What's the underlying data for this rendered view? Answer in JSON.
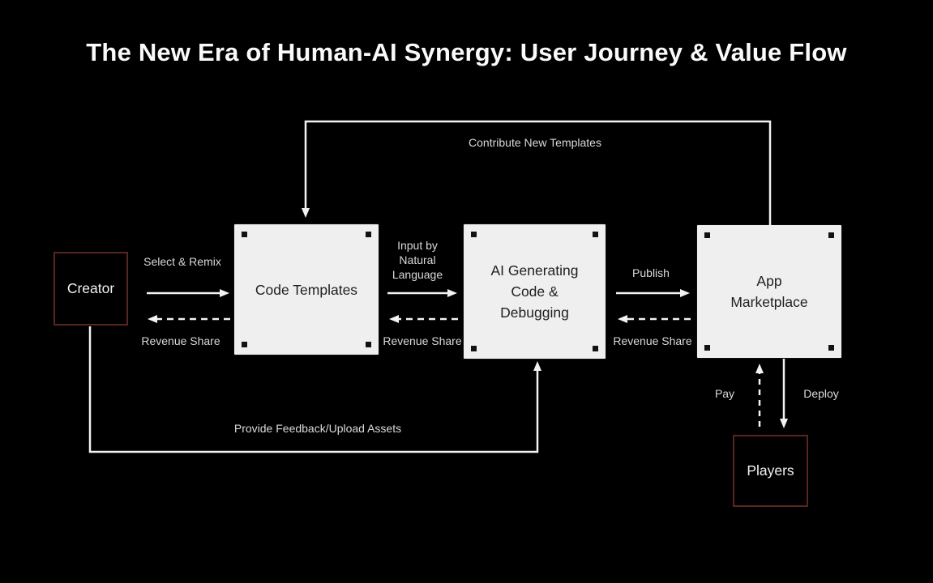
{
  "title": "The New Era of Human-AI Synergy: User Journey & Value Flow",
  "colors": {
    "background": "#000000",
    "node_fill": "#efefef",
    "node_text": "#1f1f1f",
    "outlined_node_border": "#58261e",
    "outlined_node_text": "#f2f2f2",
    "line": "#f2f2f2",
    "edge_label_text": "#d9d9d9",
    "title_text": "#fafafa"
  },
  "nodes": {
    "creator": {
      "label": "Creator",
      "type": "outlined"
    },
    "code_templates": {
      "label": "Code Templates",
      "type": "filled"
    },
    "ai_generating": {
      "label": "AI Generating Code & Debugging",
      "type": "filled"
    },
    "app_marketplace": {
      "label": "App Marketplace",
      "type": "filled"
    },
    "players": {
      "label": "Players",
      "type": "outlined"
    }
  },
  "edges": {
    "select_remix": {
      "label": "Select & Remix",
      "from": "creator",
      "to": "code_templates",
      "style": "solid"
    },
    "revenue_share_templates": {
      "label": "Revenue Share",
      "from": "code_templates",
      "to": "creator",
      "style": "dashed"
    },
    "input_natural_language": {
      "label": "Input by Natural Language",
      "from": "code_templates",
      "to": "ai_generating",
      "style": "solid"
    },
    "revenue_share_ai": {
      "label": "Revenue Share",
      "from": "ai_generating",
      "to": "code_templates",
      "style": "dashed"
    },
    "publish": {
      "label": "Publish",
      "from": "ai_generating",
      "to": "app_marketplace",
      "style": "solid"
    },
    "revenue_share_marketplace": {
      "label": "Revenue Share",
      "from": "app_marketplace",
      "to": "ai_generating",
      "style": "dashed"
    },
    "contribute_new_templates": {
      "label": "Contribute New Templates",
      "from": "app_marketplace",
      "to": "code_templates",
      "style": "solid"
    },
    "provide_feedback": {
      "label": "Provide Feedback/Upload Assets",
      "from": "creator",
      "to": "ai_generating",
      "style": "solid"
    },
    "pay": {
      "label": "Pay",
      "from": "players",
      "to": "app_marketplace",
      "style": "dashed"
    },
    "deploy": {
      "label": "Deploy",
      "from": "app_marketplace",
      "to": "players",
      "style": "solid"
    }
  }
}
